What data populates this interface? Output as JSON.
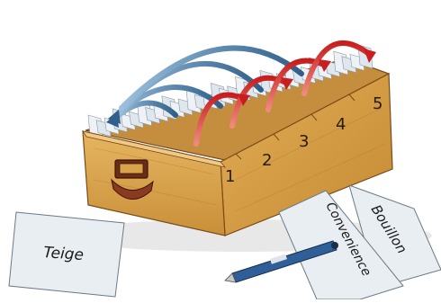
{
  "illustration": {
    "compartment_numbers": [
      "1",
      "2",
      "3",
      "4",
      "5"
    ],
    "cards": {
      "teige": "Teige",
      "convenience": "Convenience",
      "bouillon": "Bouillon"
    },
    "colors": {
      "wood": "#d9a34a",
      "wood_dark": "#a8722a",
      "wood_light": "#ecc27a",
      "card": "#e9eef3",
      "blue_arrow": "#3f6f9a",
      "red_arrow": "#d02a26",
      "handle": "#8a3a20",
      "pen": "#2f5f98"
    }
  }
}
